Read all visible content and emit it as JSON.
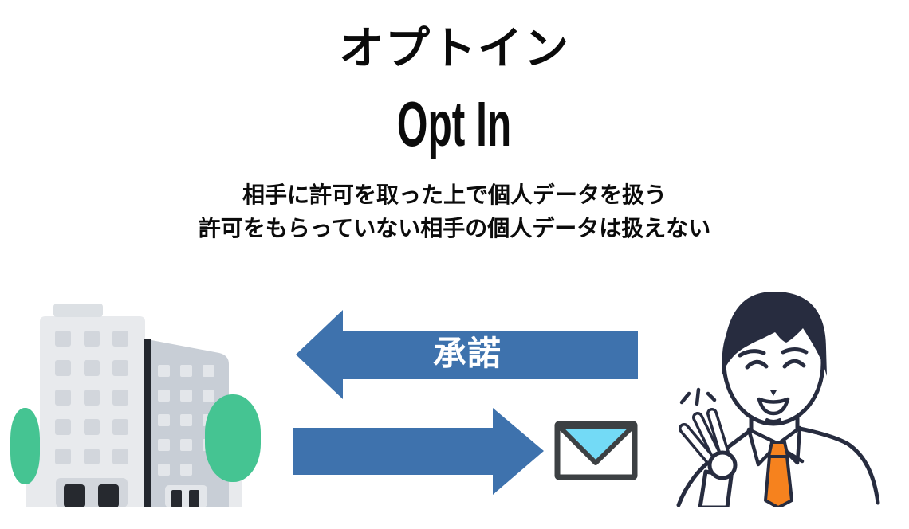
{
  "header": {
    "title_ja": "オプトイン",
    "title_en": "Opt In",
    "description_line1": "相手に許可を取った上で個人データを扱う",
    "description_line2": "許可をもらっていない相手の個人データは扱えない"
  },
  "diagram": {
    "consent_arrow_label": "承諾",
    "icons": {
      "company": "office-building-icon",
      "mail": "envelope-icon",
      "person": "man-ok-sign-icon",
      "consent_arrow": "left-arrow-icon",
      "send_arrow": "right-arrow-icon"
    },
    "colors": {
      "arrow_blue": "#3E72AD",
      "tree_green": "#45C492",
      "building_light": "#E8EAED",
      "building_dark": "#C8CED6",
      "window_on_light": "#D2D6DC",
      "window_on_dark": "#E3E6EA",
      "door_dark": "#26292F",
      "divider_dark": "#23272E",
      "roof_cap": "#DCE0E4",
      "outline_navy": "#272C3F",
      "tie_orange": "#F6821E",
      "envelope_flap_cyan": "#73DAF6",
      "envelope_outline": "#3C4043",
      "text_black": "#0B0B0B",
      "label_white": "#FFFFFF"
    }
  }
}
